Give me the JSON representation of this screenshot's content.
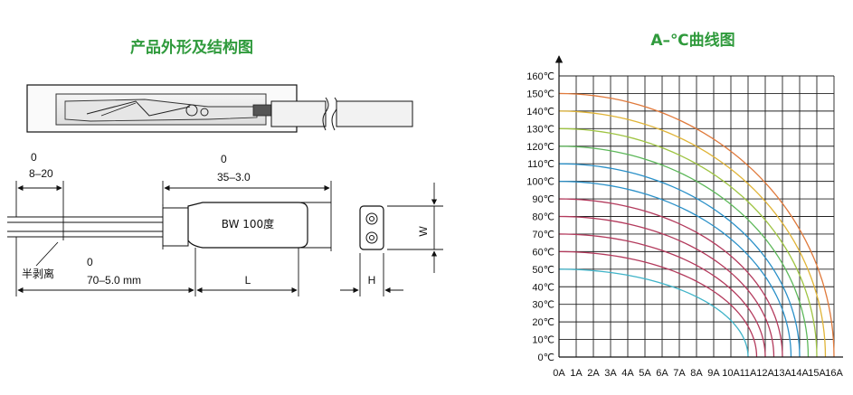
{
  "left": {
    "title": "产品外形及结构图",
    "dims": {
      "strip_top": "0",
      "strip_value": "8–20",
      "strip_label": "半剥离",
      "lead_top": "0",
      "lead_value": "70–5.0 mm",
      "body_top": "0",
      "body_value": "35–3.0",
      "body_label": "BW 100度",
      "length_label": "L",
      "width_label": "W",
      "height_label": "H"
    }
  },
  "chart_data": {
    "type": "line",
    "title": "A–℃曲线图",
    "xlabel": "",
    "ylabel": "",
    "x_ticks": [
      "0A",
      "1A",
      "2A",
      "3A",
      "4A",
      "5A",
      "6A",
      "7A",
      "8A",
      "9A",
      "10A",
      "11A",
      "12A",
      "13A",
      "14A",
      "15A",
      "16A"
    ],
    "y_ticks": [
      "0℃",
      "10℃",
      "20℃",
      "30℃",
      "40℃",
      "50℃",
      "60℃",
      "70℃",
      "80℃",
      "90℃",
      "100℃",
      "110℃",
      "120℃",
      "130℃",
      "140℃",
      "150℃",
      "160℃"
    ],
    "xlim": [
      0,
      16
    ],
    "ylim": [
      0,
      160
    ],
    "grid": true,
    "series": [
      {
        "start_temp": 50,
        "end_current": 11,
        "color": "#3fb3c8"
      },
      {
        "start_temp": 60,
        "end_current": 11.5,
        "color": "#b33a5c"
      },
      {
        "start_temp": 70,
        "end_current": 12,
        "color": "#b33a5c"
      },
      {
        "start_temp": 80,
        "end_current": 12.5,
        "color": "#b33a5c"
      },
      {
        "start_temp": 90,
        "end_current": 13,
        "color": "#b33a5c"
      },
      {
        "start_temp": 100,
        "end_current": 13.5,
        "color": "#2a90c8"
      },
      {
        "start_temp": 110,
        "end_current": 14,
        "color": "#2a90c8"
      },
      {
        "start_temp": 120,
        "end_current": 14.5,
        "color": "#5db85a"
      },
      {
        "start_temp": 130,
        "end_current": 15,
        "color": "#9fc443"
      },
      {
        "start_temp": 140,
        "end_current": 15.5,
        "color": "#e0b437"
      },
      {
        "start_temp": 150,
        "end_current": 16,
        "color": "#e07a3c"
      }
    ]
  }
}
